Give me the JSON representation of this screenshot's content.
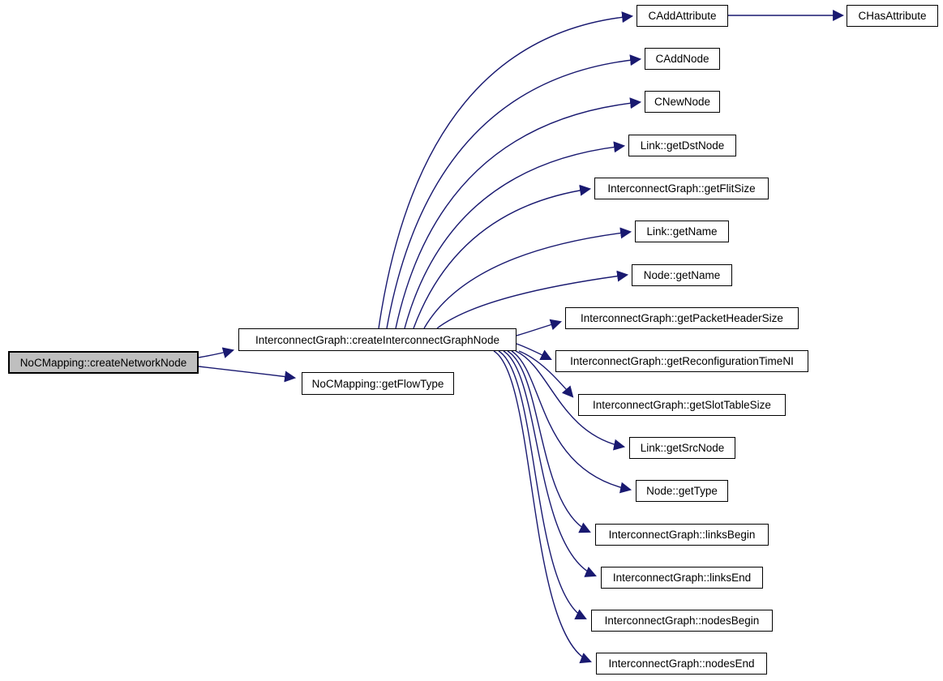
{
  "diagram": {
    "type": "call-graph",
    "background_color": "#ffffff",
    "edge_color": "#191970",
    "node_border_color": "#000000",
    "node_fill_color": "#ffffff",
    "highlight_fill_color": "#bfbfbf",
    "nodes": [
      {
        "id": "createNetworkNode",
        "label": "NoCMapping::createNetworkNode",
        "highlighted": true
      },
      {
        "id": "createInterconnectGraphNode",
        "label": "InterconnectGraph::createInterconnectGraphNode",
        "highlighted": false
      },
      {
        "id": "getFlowType",
        "label": "NoCMapping::getFlowType",
        "highlighted": false
      },
      {
        "id": "CAddAttribute",
        "label": "CAddAttribute",
        "highlighted": false
      },
      {
        "id": "CHasAttribute",
        "label": "CHasAttribute",
        "highlighted": false
      },
      {
        "id": "CAddNode",
        "label": "CAddNode",
        "highlighted": false
      },
      {
        "id": "CNewNode",
        "label": "CNewNode",
        "highlighted": false
      },
      {
        "id": "getDstNode",
        "label": "Link::getDstNode",
        "highlighted": false
      },
      {
        "id": "getFlitSize",
        "label": "InterconnectGraph::getFlitSize",
        "highlighted": false
      },
      {
        "id": "linkGetName",
        "label": "Link::getName",
        "highlighted": false
      },
      {
        "id": "nodeGetName",
        "label": "Node::getName",
        "highlighted": false
      },
      {
        "id": "getPacketHeaderSize",
        "label": "InterconnectGraph::getPacketHeaderSize",
        "highlighted": false
      },
      {
        "id": "getReconfigurationTimeNI",
        "label": "InterconnectGraph::getReconfigurationTimeNI",
        "highlighted": false
      },
      {
        "id": "getSlotTableSize",
        "label": "InterconnectGraph::getSlotTableSize",
        "highlighted": false
      },
      {
        "id": "getSrcNode",
        "label": "Link::getSrcNode",
        "highlighted": false
      },
      {
        "id": "getType",
        "label": "Node::getType",
        "highlighted": false
      },
      {
        "id": "linksBegin",
        "label": "InterconnectGraph::linksBegin",
        "highlighted": false
      },
      {
        "id": "linksEnd",
        "label": "InterconnectGraph::linksEnd",
        "highlighted": false
      },
      {
        "id": "nodesBegin",
        "label": "InterconnectGraph::nodesBegin",
        "highlighted": false
      },
      {
        "id": "nodesEnd",
        "label": "InterconnectGraph::nodesEnd",
        "highlighted": false
      }
    ],
    "edges": [
      {
        "from": "createNetworkNode",
        "to": "createInterconnectGraphNode"
      },
      {
        "from": "createNetworkNode",
        "to": "getFlowType"
      },
      {
        "from": "createInterconnectGraphNode",
        "to": "CAddAttribute"
      },
      {
        "from": "createInterconnectGraphNode",
        "to": "CAddNode"
      },
      {
        "from": "createInterconnectGraphNode",
        "to": "CNewNode"
      },
      {
        "from": "createInterconnectGraphNode",
        "to": "getDstNode"
      },
      {
        "from": "createInterconnectGraphNode",
        "to": "getFlitSize"
      },
      {
        "from": "createInterconnectGraphNode",
        "to": "linkGetName"
      },
      {
        "from": "createInterconnectGraphNode",
        "to": "nodeGetName"
      },
      {
        "from": "createInterconnectGraphNode",
        "to": "getPacketHeaderSize"
      },
      {
        "from": "createInterconnectGraphNode",
        "to": "getReconfigurationTimeNI"
      },
      {
        "from": "createInterconnectGraphNode",
        "to": "getSlotTableSize"
      },
      {
        "from": "createInterconnectGraphNode",
        "to": "getSrcNode"
      },
      {
        "from": "createInterconnectGraphNode",
        "to": "getType"
      },
      {
        "from": "createInterconnectGraphNode",
        "to": "linksBegin"
      },
      {
        "from": "createInterconnectGraphNode",
        "to": "linksEnd"
      },
      {
        "from": "createInterconnectGraphNode",
        "to": "nodesBegin"
      },
      {
        "from": "createInterconnectGraphNode",
        "to": "nodesEnd"
      },
      {
        "from": "CAddAttribute",
        "to": "CHasAttribute"
      }
    ]
  }
}
